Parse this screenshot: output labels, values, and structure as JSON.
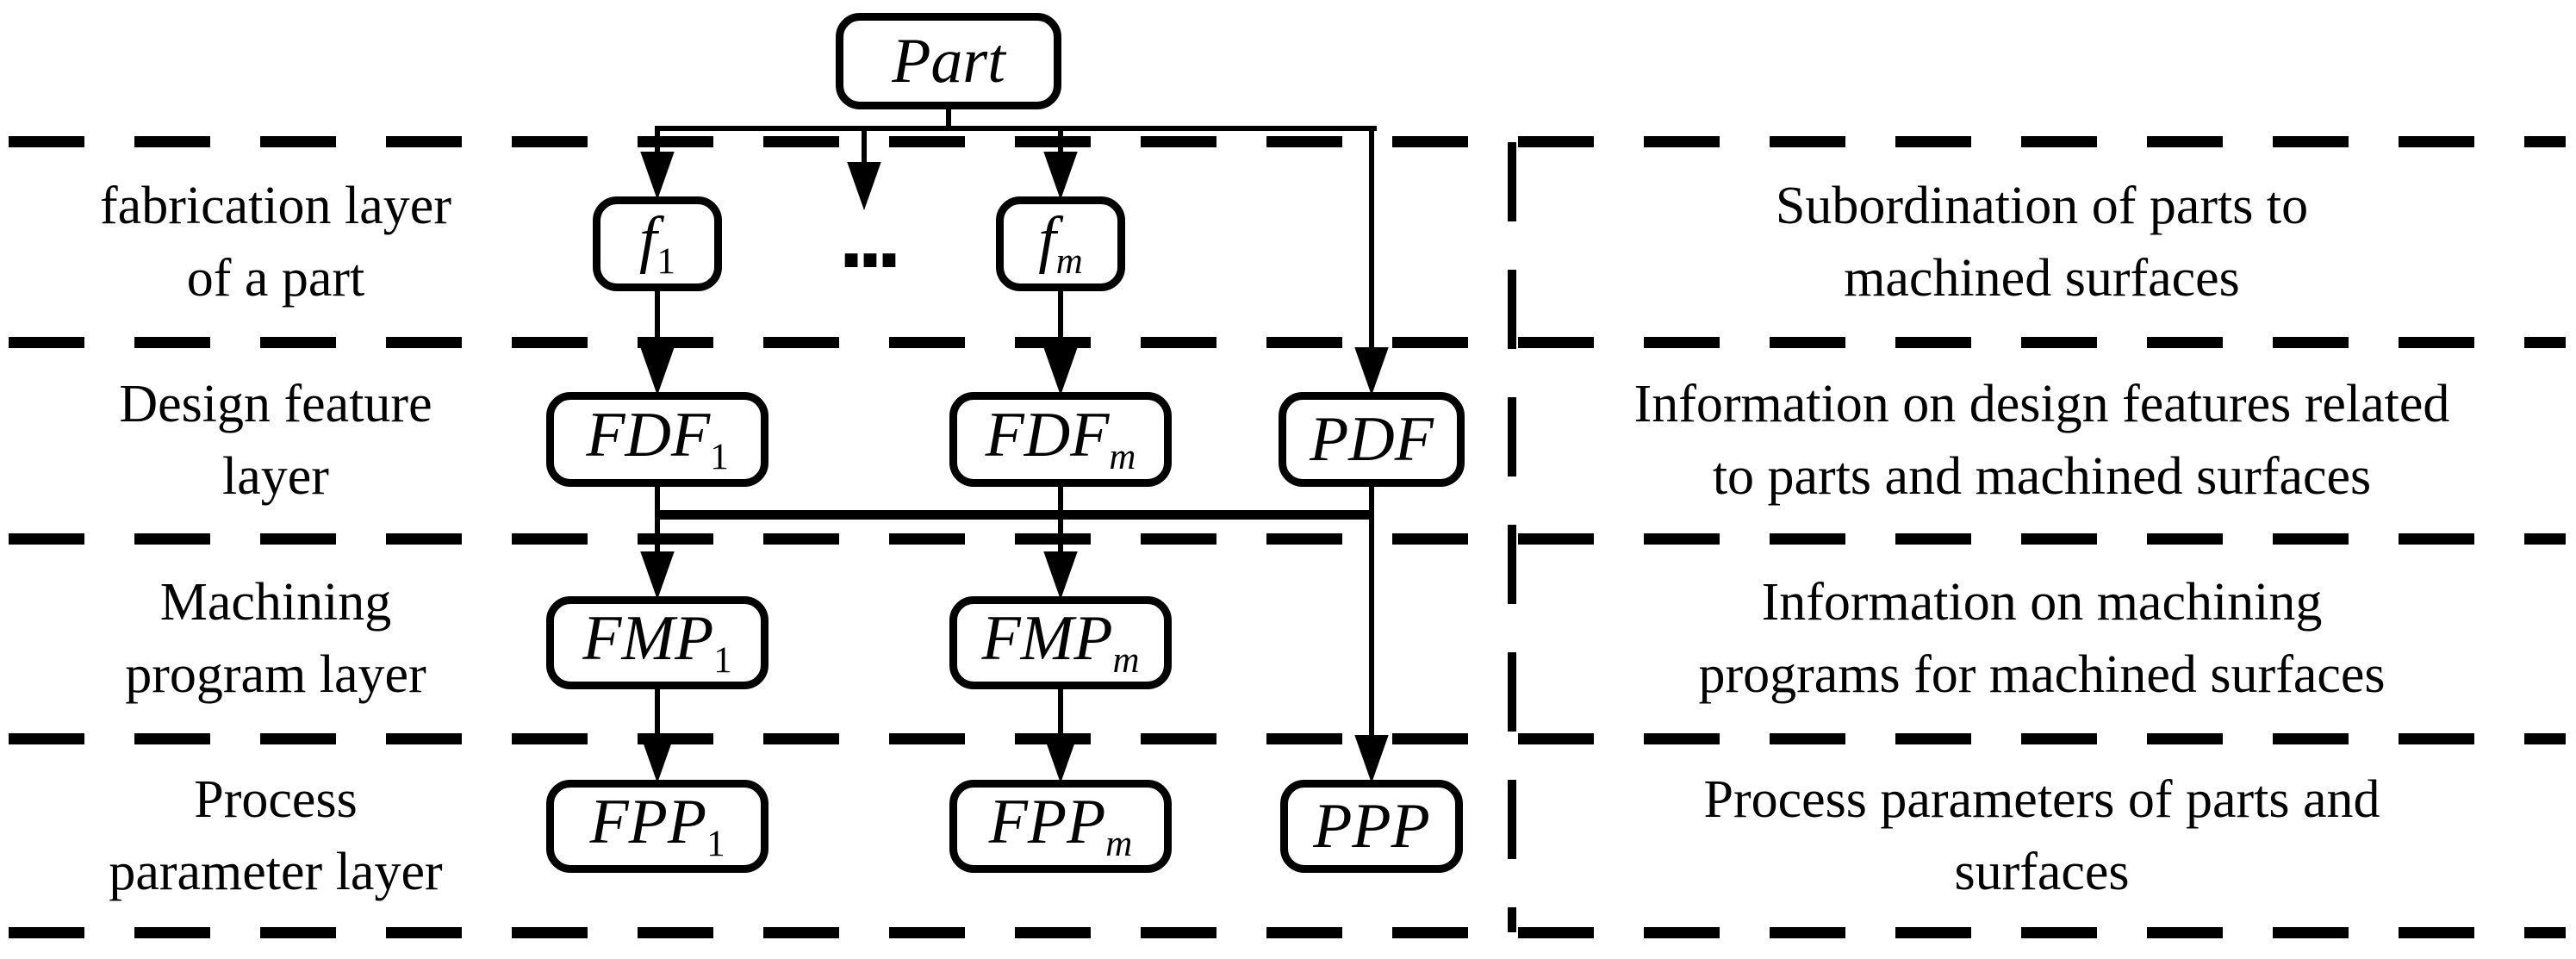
{
  "figure": {
    "colors": {
      "ink": "#000000",
      "background": "#ffffff"
    }
  },
  "nodes": {
    "part": {
      "main": "Part",
      "sub": ""
    },
    "f1": {
      "main": "f",
      "sub": "1"
    },
    "fm": {
      "main": "f",
      "sub": "m"
    },
    "fdf1": {
      "main": "FDF",
      "sub": "1"
    },
    "fdfm": {
      "main": "FDF",
      "sub": "m"
    },
    "pdf": {
      "main": "PDF",
      "sub": ""
    },
    "fmp1": {
      "main": "FMP",
      "sub": "1"
    },
    "fmpm": {
      "main": "FMP",
      "sub": "m"
    },
    "fpp1": {
      "main": "FPP",
      "sub": "1"
    },
    "fppm": {
      "main": "FPP",
      "sub": "m"
    },
    "ppp": {
      "main": "PPP",
      "sub": ""
    }
  },
  "ellipsis": "···",
  "rows": [
    {
      "left": [
        "fabrication layer",
        "of a part"
      ],
      "right": [
        "Subordination of parts to",
        "machined surfaces"
      ]
    },
    {
      "left": [
        "Design feature",
        "layer"
      ],
      "right": [
        "Information on design features related",
        "to parts and machined surfaces"
      ]
    },
    {
      "left": [
        "Machining",
        "program layer"
      ],
      "right": [
        "Information on machining",
        "programs for machined surfaces"
      ]
    },
    {
      "left": [
        "Process",
        "parameter layer"
      ],
      "right": [
        "Process parameters of parts and",
        "surfaces"
      ]
    }
  ]
}
